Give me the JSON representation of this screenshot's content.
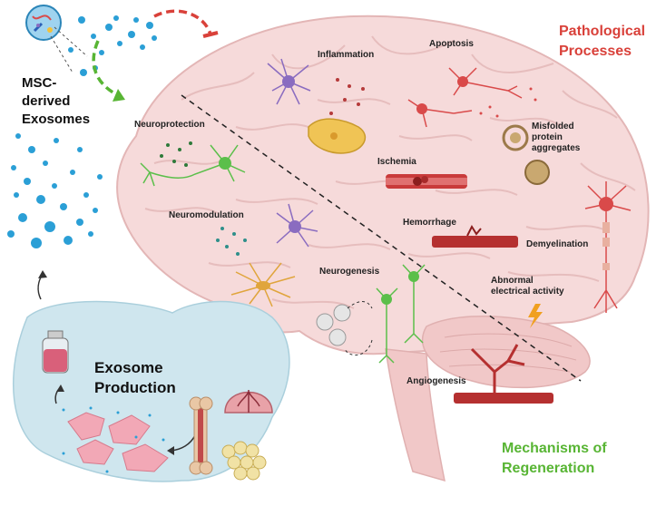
{
  "labels": {
    "msc_exosomes": "MSC-\nderived\nExosomes",
    "pathological_processes": "Pathological\nProcesses",
    "mechanisms_of_regeneration": "Mechanisms of\nRegeneration",
    "exosome_production": "Exosome\nProduction",
    "neuroprotection": "Neuroprotection",
    "neuromodulation": "Neuromodulation",
    "neurogenesis": "Neurogenesis",
    "angiogenesis": "Angiogenesis",
    "inflammation": "Inflammation",
    "apoptosis": "Apoptosis",
    "ischemia": "Ischemia",
    "misfolded_protein": "Misfolded\nprotein\naggregates",
    "hemorrhage": "Hemorrhage",
    "demyelination": "Demyelination",
    "abnormal_activity": "Abnormal\nelectrical activity"
  },
  "colors": {
    "pathological": "#d9413a",
    "regeneration": "#58b534",
    "brain": "#f6dada",
    "production_bg": "#cfe6ee",
    "exosome": "#2b9fd6",
    "neuron_green": "#5bbf4a",
    "neuron_purple": "#8a6cc0",
    "neuron_red": "#d94a4a",
    "neuron_orange": "#e0a53c"
  }
}
